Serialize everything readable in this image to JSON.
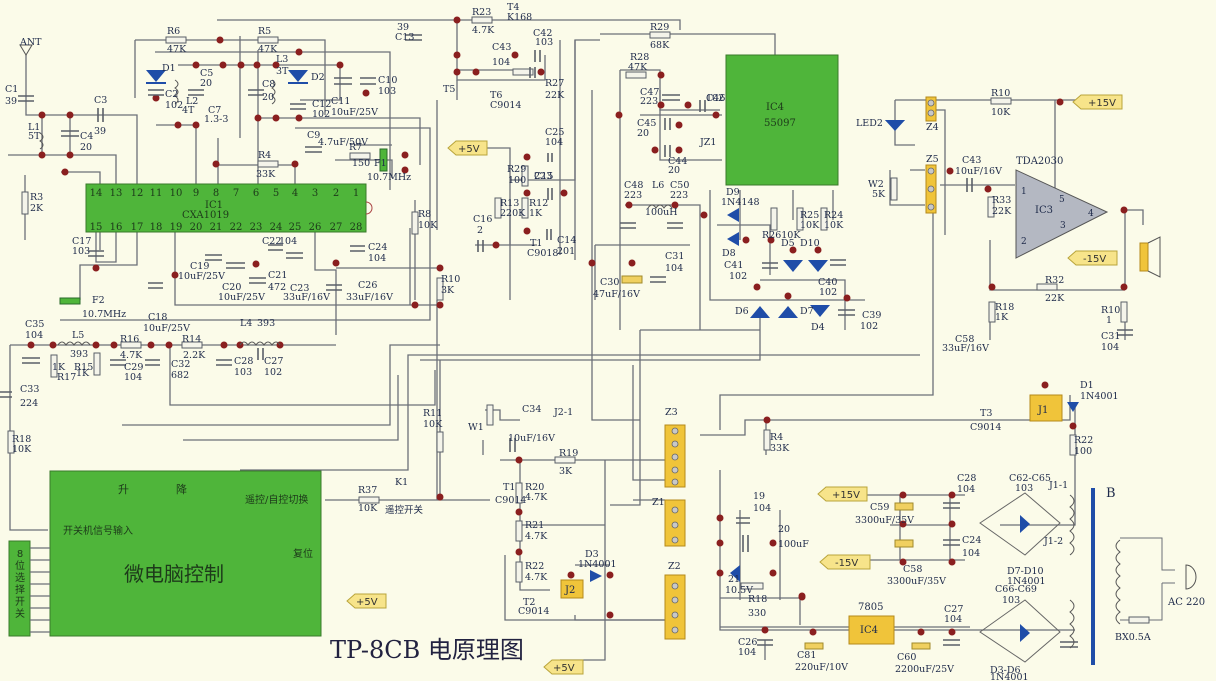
{
  "title": "TP-8CB 电原理图",
  "ics": {
    "ic1": {
      "ref": "IC1",
      "part": "CXA1019",
      "pins_top": [
        "14",
        "13",
        "12",
        "11",
        "10",
        "9",
        "8",
        "7",
        "6",
        "5",
        "4",
        "3",
        "2",
        "1"
      ],
      "pins_bottom": [
        "15",
        "16",
        "17",
        "18",
        "19",
        "20",
        "21",
        "22",
        "23",
        "24",
        "25",
        "26",
        "27",
        "28"
      ]
    },
    "ic4": {
      "ref": "IC4",
      "part": "55097"
    },
    "ic3": {
      "ref": "IC3",
      "part": "TDA2030",
      "pins": [
        "1",
        "2",
        "3",
        "4",
        "5"
      ]
    },
    "reg": {
      "ref": "IC4",
      "part": "7805"
    },
    "mcu": {
      "title": "微电脑控制",
      "up": "升",
      "down": "降",
      "remote_switch": "遥控/自控切换",
      "power_signal_in": "开关机信号输入",
      "reset": "复位"
    },
    "selector": {
      "label": "8位选择开关"
    }
  },
  "rails": {
    "p5v": "+5V",
    "p15v": "+15V",
    "m15v": "-15V"
  },
  "labels": {
    "ant": "ANT",
    "c1": [
      "C1",
      "39"
    ],
    "l1": [
      "L1",
      "5T"
    ],
    "c3": [
      "C3",
      "39"
    ],
    "c4": [
      "C4",
      "20"
    ],
    "r3": [
      "R3",
      "2K"
    ],
    "r6": [
      "R6",
      "47K"
    ],
    "r5": [
      "R5",
      "47K"
    ],
    "d1": "D1",
    "c2": [
      "C2",
      "102"
    ],
    "l2": [
      "L2",
      "4T"
    ],
    "c5": [
      "C5",
      "20"
    ],
    "c7": [
      "C7",
      "1.3-3"
    ],
    "c8": [
      "C8",
      "20"
    ],
    "l3": [
      "L3",
      "3T"
    ],
    "d2": "D2",
    "c12": [
      "C12",
      "102"
    ],
    "c11": [
      "C11",
      "10uF/25V"
    ],
    "c10": [
      "C10",
      "103"
    ],
    "c13": [
      "39",
      "C13"
    ],
    "r4": [
      "R4",
      "33K"
    ],
    "c9": [
      "C9",
      "4.7uF/50V"
    ],
    "r7": [
      "R7",
      "150"
    ],
    "f1": [
      "F1",
      "10.7MHz"
    ],
    "c17": [
      "C17",
      "103"
    ],
    "f2": [
      "F2",
      "10.7MHz"
    ],
    "c19": [
      "C19",
      "10uF/25V"
    ],
    "c20": [
      "C20",
      "10uF/25V"
    ],
    "c21": [
      "C21",
      "472"
    ],
    "c22": [
      "C22",
      "104"
    ],
    "c23": [
      "C23",
      "33uF/16V"
    ],
    "c24": [
      "C24",
      "104"
    ],
    "c26": [
      "C26",
      "33uF/16V"
    ],
    "c18": [
      "C18",
      "10uF/25V"
    ],
    "c35": [
      "C35",
      "104"
    ],
    "l5": [
      "L5",
      "393"
    ],
    "r17": [
      "1K",
      "R17"
    ],
    "r15": [
      "R15",
      "1K"
    ],
    "r16": [
      "R16",
      "4.7K"
    ],
    "c29": [
      "C29",
      "104"
    ],
    "c32": [
      "C32",
      "682"
    ],
    "r14": [
      "R14",
      "2.2K"
    ],
    "l4": [
      "L4",
      "393"
    ],
    "c28a": [
      "C28",
      "103"
    ],
    "c27a": [
      "C27",
      "102"
    ],
    "c33": [
      "C33",
      "224"
    ],
    "r18a": [
      "R18",
      "10K"
    ],
    "r23": [
      "R23",
      "4.7K"
    ],
    "t4": [
      "T4",
      "K168"
    ],
    "c42": [
      "C42",
      "103"
    ],
    "c43a": [
      "C43",
      "104"
    ],
    "r27": [
      "R27",
      "22K"
    ],
    "t5": [
      "T5",
      "C9014"
    ],
    "t6": [
      "T6",
      "C9014"
    ],
    "c25": [
      "C25",
      "104"
    ],
    "r29a": [
      "R29",
      "100"
    ],
    "c15": [
      "C15",
      "223"
    ],
    "r13": [
      "R13",
      "220K"
    ],
    "r12": [
      "R12",
      "1K"
    ],
    "c16": [
      "C16",
      "2"
    ],
    "t1a": [
      "T1",
      "C9018"
    ],
    "c14": [
      "C14",
      "201"
    ],
    "r8": [
      "R8",
      "10K"
    ],
    "r10a": [
      "R10",
      "3K"
    ],
    "r29b": [
      "R29",
      "68K"
    ],
    "r28": [
      "R28",
      "47K"
    ],
    "c47": [
      "C47",
      "223"
    ],
    "c46": [
      "C46",
      "102"
    ],
    "c45": [
      "C45",
      "20"
    ],
    "c44": [
      "C44",
      "20"
    ],
    "jz1": "JZ1",
    "c48": [
      "C48",
      "223"
    ],
    "l6": [
      "L6",
      "100uH"
    ],
    "c50": [
      "C50",
      "223"
    ],
    "c30": [
      "C30",
      "47uF/16V"
    ],
    "c31a": [
      "C31",
      "104"
    ],
    "d9": [
      "D9",
      "1N4148"
    ],
    "d8": "D8",
    "r26": "R2610K",
    "r25": [
      "R25",
      "10K"
    ],
    "r24": [
      "R24",
      "10K"
    ],
    "d5": "D5",
    "d10": "D10",
    "c41": [
      "C41",
      "102"
    ],
    "c40": [
      "C40",
      "102"
    ],
    "d6": "D6",
    "d7": "D7",
    "d4": "D4",
    "c39": [
      "C39",
      "102"
    ],
    "led2": "LED2",
    "z4": "Z4",
    "z5": "Z5",
    "r10b": [
      "R10",
      "10K"
    ],
    "w2": [
      "W2",
      "5K"
    ],
    "c43b": [
      "C43",
      "10uF/16V"
    ],
    "r33": [
      "R33",
      "22K"
    ],
    "r32": [
      "R32",
      "22K"
    ],
    "r18b": [
      "R18",
      "1K"
    ],
    "c58a": [
      "C58",
      "33uF/16V"
    ],
    "r10c": [
      "R10",
      "1"
    ],
    "c31b": [
      "C31",
      "104"
    ],
    "d1b": [
      "D1",
      "1N4001"
    ],
    "j1": "J1",
    "t3": [
      "T3",
      "C9014"
    ],
    "r22a": [
      "R22",
      "100"
    ],
    "r11": [
      "R11",
      "10K"
    ],
    "w1": "W1",
    "c34": [
      "C34",
      "10uF/16V"
    ],
    "j2_1": "J2-1",
    "r19": [
      "R19",
      "3K"
    ],
    "r37": [
      "R37",
      "10K"
    ],
    "k1": [
      "K1",
      "遥控开关"
    ],
    "t1b": [
      "T1",
      "C9014"
    ],
    "r20": [
      "R20",
      "4.7K"
    ],
    "r21": [
      "R21",
      "4.7K"
    ],
    "r22b": [
      "R22",
      "4.7K"
    ],
    "t2": [
      "T2",
      "C9014"
    ],
    "d3": [
      "D3",
      "1N4001"
    ],
    "j2": "J2",
    "z3": "Z3",
    "z1": "Z1",
    "z2": "Z2",
    "r4b": [
      "R4",
      "33K"
    ],
    "c19b": [
      "19",
      "104"
    ],
    "c20b": [
      "20",
      "100uF"
    ],
    "z21": [
      "21",
      "10.5V"
    ],
    "r18c": [
      "R18",
      "330"
    ],
    "c26b": [
      "C26",
      "104"
    ],
    "c81": [
      "C81",
      "220uF/10V"
    ],
    "c60": [
      "C60",
      "2200uF/25V"
    ],
    "c27b": [
      "C27",
      "104"
    ],
    "c59": [
      "C59",
      "3300uF/35V"
    ],
    "c58b": [
      "C58",
      "3300uF/35V"
    ],
    "c28b": [
      "C28",
      "104"
    ],
    "c24b": [
      "C24",
      "104"
    ],
    "bridge1": [
      "C62-C65",
      "103"
    ],
    "bridge1d": [
      "D7-D10",
      "1N4001"
    ],
    "bridge2": [
      "C66-C69",
      "103"
    ],
    "bridge2d": [
      "D3-D6",
      "1N4001"
    ],
    "j1_1": "J1-1",
    "j1_2": "J1-2",
    "xfmr": "B",
    "fuse": "BX0.5A",
    "ac": "AC 220"
  }
}
